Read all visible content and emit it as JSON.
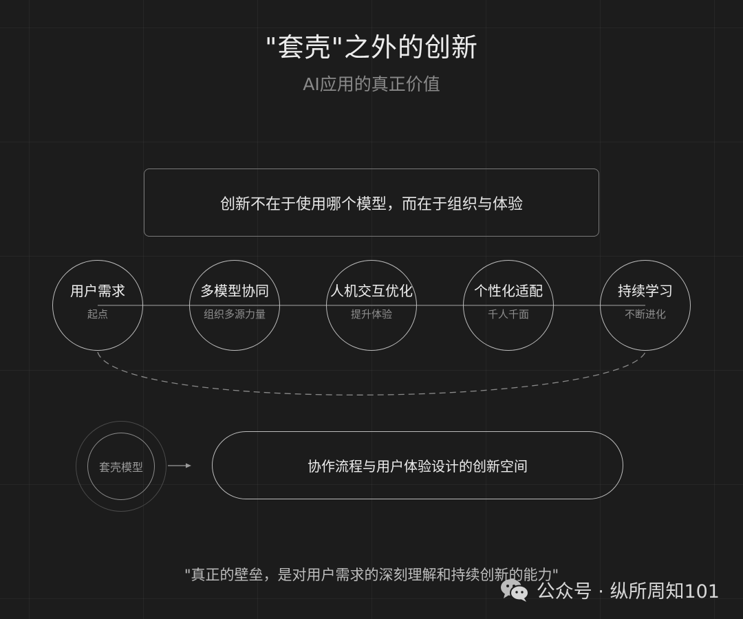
{
  "header": {
    "title": "\"套壳\"之外的创新",
    "subtitle": "AI应用的真正价值"
  },
  "statement": "创新不在于使用哪个模型，而在于组织与体验",
  "flow": {
    "nodes": [
      {
        "title": "用户需求",
        "subtitle": "起点"
      },
      {
        "title": "多模型协同",
        "subtitle": "组织多源力量"
      },
      {
        "title": "人机交互优化",
        "subtitle": "提升体验"
      },
      {
        "title": "个性化适配",
        "subtitle": "千人千面"
      },
      {
        "title": "持续学习",
        "subtitle": "不断进化"
      }
    ]
  },
  "shell": {
    "label": "套壳模型"
  },
  "space": {
    "label": "协作流程与用户体验设计的创新空间"
  },
  "quote": "\"真正的壁垒，是对用户需求的深刻理解和持续创新的能力\"",
  "watermark": {
    "icon": "wechat-icon",
    "text": "公众号 · 纵所周知101"
  },
  "colors": {
    "background": "#1c1c1c",
    "line": "#bdbdbd",
    "text": "#e8e8e8",
    "muted": "#8a8a8a"
  }
}
